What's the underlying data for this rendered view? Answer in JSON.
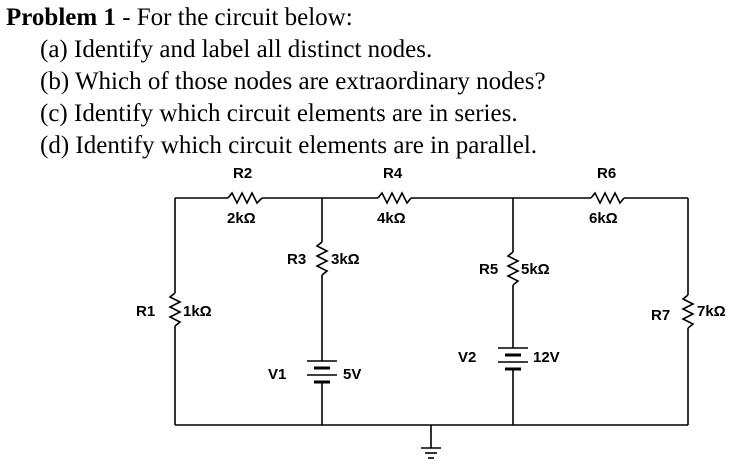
{
  "problem": {
    "heading": "Problem 1",
    "heading_suffix": " - For the circuit below:",
    "parts": [
      "(a) Identify and label all distinct nodes.",
      "(b) Which of those nodes are extraordinary nodes?",
      "(c) Identify which circuit elements are in series.",
      "(d) Identify which circuit elements are in parallel."
    ]
  },
  "circuit": {
    "resistors": [
      {
        "name": "R1",
        "value": "1kΩ"
      },
      {
        "name": "R2",
        "value": "2kΩ"
      },
      {
        "name": "R3",
        "value": "3kΩ"
      },
      {
        "name": "R4",
        "value": "4kΩ"
      },
      {
        "name": "R5",
        "value": "5kΩ"
      },
      {
        "name": "R6",
        "value": "6kΩ"
      },
      {
        "name": "R7",
        "value": "7kΩ"
      }
    ],
    "sources": [
      {
        "name": "V1",
        "value": "5V"
      },
      {
        "name": "V2",
        "value": "12V"
      }
    ]
  }
}
